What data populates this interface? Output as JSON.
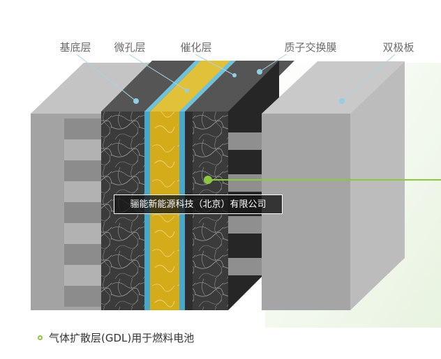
{
  "labels": {
    "substrate": "基底层",
    "microporous": "微孔层",
    "catalyst": "催化层",
    "membrane": "质子交换膜",
    "bipolar": "双极板"
  },
  "watermark": "骊能新能源科技（北京）有限公司",
  "caption": "气体扩散层(GDL)用于燃料电池",
  "colors": {
    "plate": "#9a9a9a",
    "gdl": "#3a3a3a",
    "membrane": "#d9b21c",
    "catalyst_blue": "#49a7c9",
    "accent_green": "#8dc63f"
  }
}
